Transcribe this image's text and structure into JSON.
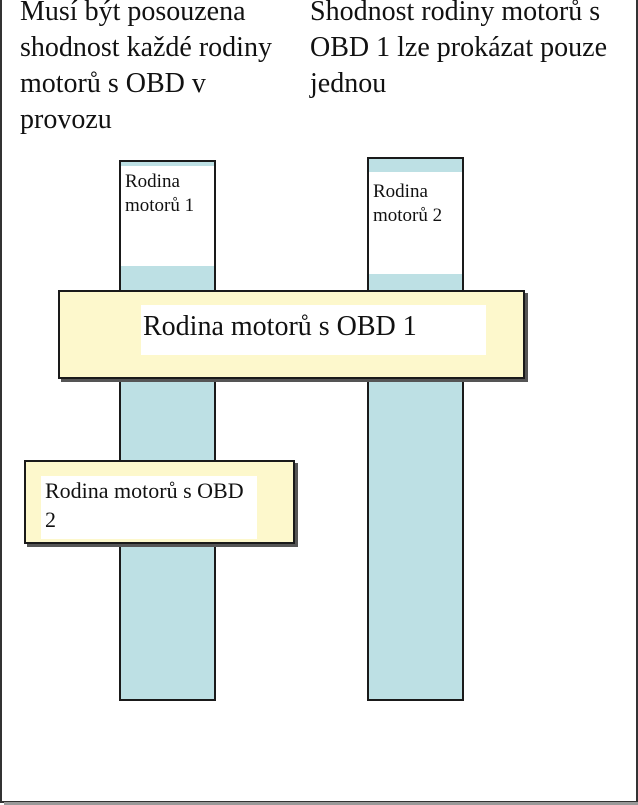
{
  "headings": {
    "left": "Musí být posouzena shodnost každé rodiny motorů s OBD v provozu",
    "right": "Shodnost rodiny motorů s OBD 1 lze prokázat pouze jednou"
  },
  "columns": [
    {
      "label": "Rodina motorů 1"
    },
    {
      "label": "Rodina motorů 2"
    }
  ],
  "obd_families": [
    {
      "label": "Rodina motorů s OBD 1"
    },
    {
      "label": "Rodina motorů s OBD 2"
    }
  ],
  "colors": {
    "column_fill": "#bde0e4",
    "family_fill": "#fdf8cc",
    "label_fill": "#ffffff"
  }
}
